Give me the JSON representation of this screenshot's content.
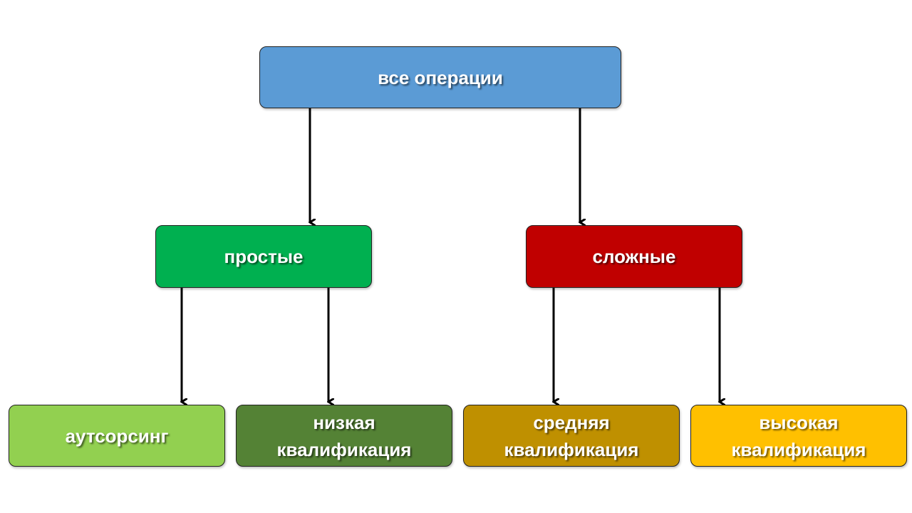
{
  "nodes": {
    "root": {
      "label": "все операции",
      "color": "#5B9BD5"
    },
    "simple": {
      "label": "простые",
      "color": "#00B050"
    },
    "complex": {
      "label": "сложные",
      "color": "#C00000"
    },
    "outsourcing": {
      "label": "аутсорсинг",
      "color": "#92D050"
    },
    "low": {
      "label": "низкая\nквалификация",
      "color": "#548235"
    },
    "medium": {
      "label": "средняя\nквалификация",
      "color": "#BF9000"
    },
    "high": {
      "label": "высокая\nквалификация",
      "color": "#FFC000"
    }
  },
  "edges": [
    {
      "from": "root",
      "to": "simple"
    },
    {
      "from": "root",
      "to": "complex"
    },
    {
      "from": "simple",
      "to": "outsourcing"
    },
    {
      "from": "simple",
      "to": "low"
    },
    {
      "from": "complex",
      "to": "medium"
    },
    {
      "from": "complex",
      "to": "high"
    }
  ]
}
